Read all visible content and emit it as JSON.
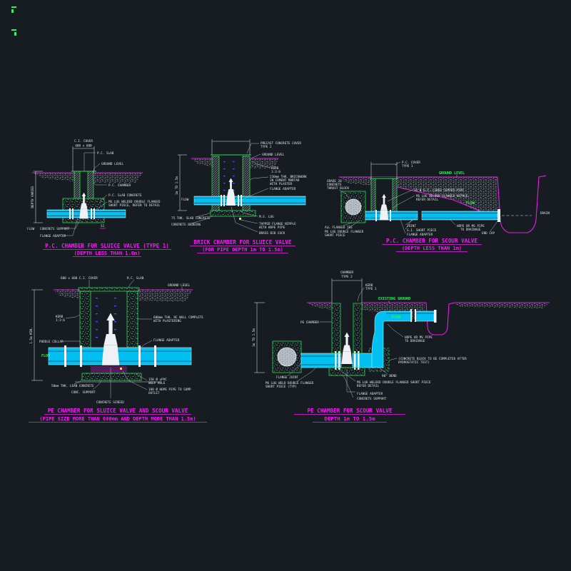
{
  "sheet": {
    "background": "#171b22",
    "colors": {
      "title_magenta": "#f619f6",
      "ground_magenta": "#ea1bea",
      "line_green": "#22e04e",
      "pipe_cyan": "#00c0f2",
      "text_white": "#dde3ea",
      "tick_blue": "#4156ff",
      "marker_yellow": "#ffe400",
      "hatch_gray": "#8d939c"
    }
  },
  "drawings": {
    "d1": {
      "title": [
        "P.C. CHAMBER FOR SLUICE VALVE (TYPE 1)",
        "(DEPTH LESS THAN 1.0m)"
      ],
      "labels": {
        "cover": "C.I. COVER",
        "dim_top": "600 x 600",
        "slab": "P.C. SLAB",
        "ground": "GROUND LEVEL",
        "chamber": "P.C. CHAMBER",
        "slab_concrete": "P.C. SLAB CONCRETE",
        "lug1": "MS LUG WELDED DOUBLE FLANGED",
        "lug2": "SHORT PIECE, REFER TO DETAIL",
        "support": "CONCRETE SUPPORT",
        "adapter": "FLANGE ADAPTER",
        "flow": "FLOW",
        "depth": "DEPTH VARIES",
        "section": "S1"
      }
    },
    "d2": {
      "title": [
        "BRICK CHAMBER FOR SLUICE VALVE",
        "(FOR PIPE DEPTH 1m TO 1.5m)"
      ],
      "labels": {
        "precast1": "PRECAST CONCRETE COVER",
        "precast2": "TYPE 2",
        "ground": "GROUND LEVEL",
        "kerb1": "KERB",
        "kerb2": "1:3:6",
        "wall1": "230mm THK. BRICKWORK",
        "wall2": "IN CEMENT MORTAR",
        "wall3": "WITH PLASTER",
        "adapter": "FLANGE ADAPTER",
        "flow": "FLOW",
        "slab": "75 THK. SLAB CONCRETE",
        "bedding": "CONCRETE BEDDING",
        "lug": "M.S. LUG",
        "nipple1": "TAPPED FLANGE NIPPLE",
        "nipple2": "WITH HDPE PIPE",
        "bibcock": "BRASS BIB COCK",
        "depth": "1m TO 1.5m"
      }
    },
    "d3": {
      "title": [
        "P.C. CHAMBER FOR SCOUR VALVE",
        "(DEPTH LESS THAN 1m)"
      ],
      "labels": {
        "cover1": "P.C. COVER",
        "cover2": "TYPE 1",
        "ground": "GROUND LEVEL",
        "thrust1": "GRADE 20",
        "thrust2": "CONCRETE",
        "thrust3": "THRUST BLOCK",
        "tee": "ALL FLANGED TEE",
        "lug1": "MS LUG DOUBLE FLANGED",
        "lug2": "SHORT PIECE",
        "pipe1": "25 Ø G.I. LINED COPPER PIPE",
        "nipple1": "MS LUG WELDED FLANGED NIPPLE,",
        "nipple2": "REFER DETAIL",
        "joint": "JOINT",
        "short": "G.I. SHORT PIECE",
        "adapter": "FLANGE ADAPTER",
        "flow": "FLOW",
        "drain1": "HDPE OR MS PIPE",
        "drain2": "TO DRAINAGE",
        "endcap": "END CAP",
        "todrain": "DRAIN"
      }
    },
    "d4": {
      "title": [
        "PE CHAMBER FOR SLUICE VALVE AND SCOUR VALVE",
        "(PIPE SIZE MORE THAN 600mm AND DEPTH MORE THAN 1.5m)"
      ],
      "labels": {
        "cover": "600 x 600 C.I. COVER",
        "rcslab": "R.C. SLAB",
        "ground": "GROUND LEVEL",
        "kerb1": "KERB",
        "kerb2": "1:3:6",
        "puddle": "PUDDLE COLLAR",
        "flow": "FLOW",
        "wall1": "600mm THK. RC WALL COMPLETE",
        "wall2": "WITH PLASTERING",
        "adapter": "FLANGE ADAPTER",
        "lean": "50mm THK. LEAN CONCRETE",
        "support": "CONC. SUPPORT",
        "weep1": "150 Ø uPVC",
        "weep2": "WEEP HOLE",
        "sump1": "100 Ø HDPE PIPE TO SUMP",
        "sump2": "OUTLET",
        "screed": "CONCRETE SCREED",
        "depth": "1.5m MIN."
      }
    },
    "d5": {
      "title": [
        "PE CHAMBER FOR SCOUR VALVE",
        "DEPTH 1m TO 1.5m"
      ],
      "labels": {
        "chamber1": "CHAMBER",
        "chamber2": "TYPE 2",
        "kerb1": "KERB",
        "kerb2": "TYPE 1",
        "ground": "EXISTING GROUND",
        "pechamber": "PE CHAMBER",
        "flow": "FLOW",
        "drain1": "HDPE OR MS PIPE",
        "drain2": "TO DRAINAGE",
        "conc1": "(CONCRETE BLOCK TO BE COMPLETED AFTER",
        "conc2": "HYDROSTATIC TEST)",
        "bend": "90° BEND",
        "fjoint": "FLANGE JOINT",
        "lugA1": "MS LUG WELD DOUBLE FLANGED",
        "lugA2": "SHORT PIECE (TYP)",
        "lugB1": "MS LUG WELDED DOUBLE FLANGED SHORT PIECE",
        "lugB2": "REFER DETAIL",
        "adapter": "FLANGE ADAPTER",
        "support": "CONCRETE SUPPORT",
        "depth": "1m TO 1.5m"
      }
    }
  }
}
